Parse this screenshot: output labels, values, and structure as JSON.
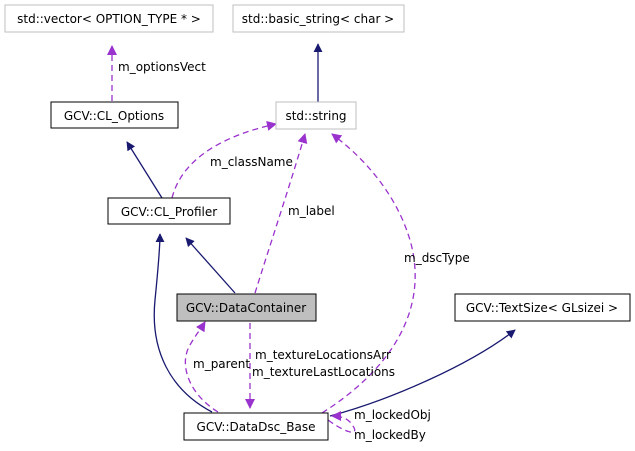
{
  "nodes": [
    {
      "id": "vector",
      "label": "std::vector< OPTION_TYPE * >",
      "style": "external"
    },
    {
      "id": "basic_string",
      "label": "std::basic_string< char >",
      "style": "external"
    },
    {
      "id": "cl_options",
      "label": "GCV::CL_Options",
      "style": "normal"
    },
    {
      "id": "std_string",
      "label": "std::string",
      "style": "external"
    },
    {
      "id": "cl_profiler",
      "label": "GCV::CL_Profiler",
      "style": "normal"
    },
    {
      "id": "datacontainer",
      "label": "GCV::DataContainer",
      "style": "highlight"
    },
    {
      "id": "textsize",
      "label": "GCV::TextSize< GLsizei >",
      "style": "normal"
    },
    {
      "id": "datadsc_base",
      "label": "GCV::DataDsc_Base",
      "style": "normal"
    }
  ],
  "edge_labels": {
    "m_optionsVect": "m_optionsVect",
    "m_className": "m_className",
    "m_label": "m_label",
    "m_dscType": "m_dscType",
    "m_parent": "m_parent",
    "m_textureLocationsArr": "m_textureLocationsArr",
    "m_textureLastLocations": "m_textureLastLocations",
    "m_lockedObj": "m_lockedObj",
    "m_lockedBy": "m_lockedBy"
  },
  "colors": {
    "inheritance": "#191970",
    "usage": "#9a32cd",
    "external_border": "#bfbfbf",
    "highlight_fill": "#bfbfbf",
    "node_border": "#000000",
    "background": "#ffffff"
  }
}
